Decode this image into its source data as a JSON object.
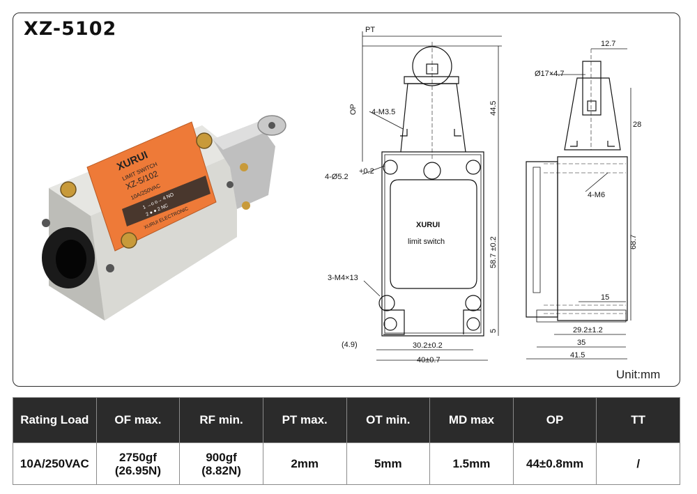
{
  "title": "XZ-5102",
  "unit_label": "Unit:mm",
  "product_label": {
    "brand": "XURUI",
    "line1": "LIMIT SWITCH",
    "model": "XZ-5/102",
    "rating": "10A/250VAC",
    "maker": "XURUI ELECTRONIC",
    "contact1": "1  →o  o→  4 NO",
    "contact2": "2 ●  ● 2 NC"
  },
  "drawing": {
    "front_logo": "XURUI",
    "front_caption": "limit switch",
    "pt": "PT",
    "op": "OP",
    "m35": "4-M3.5",
    "hole": "4-Ø5.2",
    "hole_tol": "+0.2",
    "m4": "3-M4×13",
    "dim_44_5": "44.5",
    "dim_58_7": "58.7 ±0.2",
    "dim_5": "5",
    "dim_4_9": "(4.9)",
    "dim_30_2": "30.2±0.2",
    "dim_40": "40±0.7",
    "dim_12_7": "12.7",
    "dim_phi17": "Ø17×4.7",
    "dim_28": "28",
    "m6": "4-M6",
    "dim_68_7": "68.7",
    "dim_15": "15",
    "dim_29_2": "29.2±1.2",
    "dim_35": "35",
    "dim_41_5": "41.5"
  },
  "table": {
    "headers": [
      "Rating Load",
      "OF max.",
      "RF min.",
      "PT max.",
      "OT min.",
      "MD max",
      "OP",
      "TT"
    ],
    "rows": [
      [
        {
          "line1": "10A/250VAC"
        },
        {
          "line1": "2750gf",
          "line2": "(26.95N)"
        },
        {
          "line1": "900gf",
          "line2": "(8.82N)"
        },
        {
          "line1": "2mm"
        },
        {
          "line1": "5mm"
        },
        {
          "line1": "1.5mm"
        },
        {
          "line1": "44±0.8mm"
        },
        {
          "line1": "/"
        }
      ]
    ]
  }
}
